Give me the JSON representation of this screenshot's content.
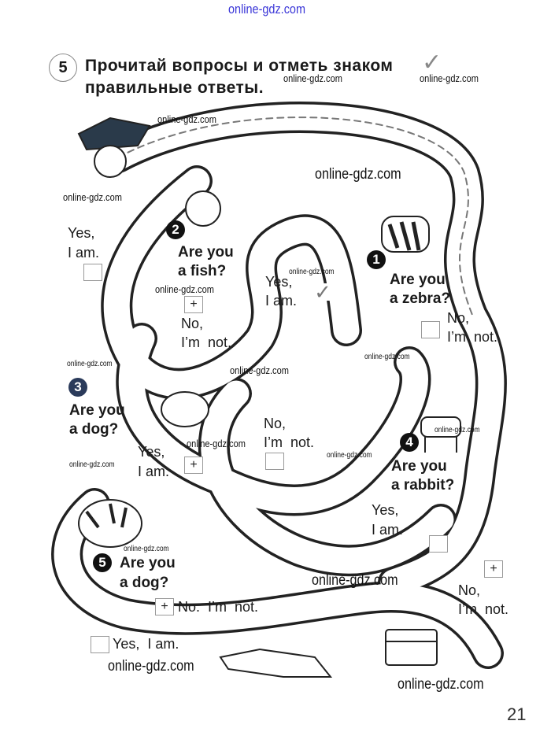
{
  "watermarks": [
    "online-gdz.com",
    "online-gdz.com",
    "online-gdz.com",
    "online-gdz.com",
    "online-gdz.com",
    "online-gdz.com",
    "online-gdz.com",
    "online-gdz.com",
    "online-gdz.com",
    "online-gdz.com",
    "online-gdz.com",
    "online-gdz.com",
    "online-gdz.com",
    "online-gdz.com",
    "online-gdz.com",
    "online-gdz.com",
    "online-gdz.com",
    "online-gdz.com",
    "online-gdz.com"
  ],
  "exercise": {
    "number": "5",
    "title_line1": "Прочитай вопросы и отметь знаком",
    "title_line2": "правильные ответы.",
    "check_icon": "checkmark-icon"
  },
  "questions": [
    {
      "number": "1",
      "line1": "Are you",
      "line2": "a zebra?",
      "answers": [
        {
          "l1": "Yes,",
          "l2": "I am.",
          "mark": "✓"
        },
        {
          "l1": "No,",
          "l2": "I’m  not.",
          "mark": ""
        }
      ]
    },
    {
      "number": "2",
      "line1": "Are you",
      "line2": "a fish?",
      "answers": [
        {
          "l1": "Yes,",
          "l2": "I am.",
          "mark": ""
        },
        {
          "l1": "No,",
          "l2": "I’m  not.",
          "mark": "+"
        }
      ]
    },
    {
      "number": "3",
      "line1": "Are you",
      "line2": "a dog?",
      "answers": [
        {
          "l1": "Yes,",
          "l2": "I am.",
          "mark": "+"
        },
        {
          "l1": "No,",
          "l2": "I’m  not.",
          "mark": ""
        }
      ]
    },
    {
      "number": "4",
      "line1": "Are you",
      "line2": "a rabbit?",
      "answers": [
        {
          "l1": "Yes,",
          "l2": "I am.",
          "mark": ""
        },
        {
          "l1": "No,",
          "l2": "I’m  not.",
          "mark": "+"
        }
      ]
    },
    {
      "number": "5",
      "line1": "Are you",
      "line2": "a dog?",
      "answers": [
        {
          "l1": "No.  I’m  not.",
          "mark": "+"
        },
        {
          "l1": "Yes,  I am.",
          "mark": ""
        }
      ]
    }
  ],
  "page_number": "21"
}
